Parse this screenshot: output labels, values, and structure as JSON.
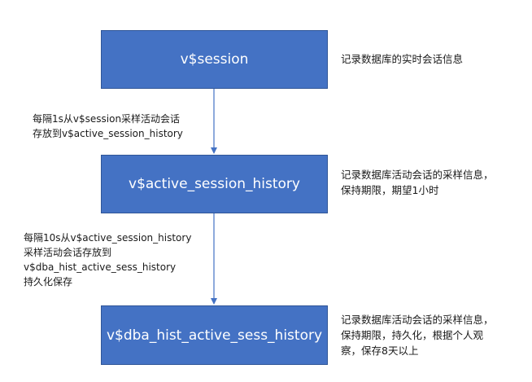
{
  "nodes": [
    {
      "label": "v$session",
      "note": "记录数据库的实时会话信息"
    },
    {
      "label": "v$active_session_history",
      "note_lines": [
        "记录数据库活动会话的采样信息，",
        "保持期限，期望1小时"
      ]
    },
    {
      "label": "v$dba_hist_active_sess_history",
      "note_lines": [
        "记录数据库活动会话的采样信息，",
        "保持期限，持久化，根据个人观",
        "察，保存8天以上"
      ]
    }
  ],
  "edges": [
    {
      "lines": [
        "每隔1s从v$session采样活动会话",
        "存放到v$active_session_history"
      ]
    },
    {
      "lines": [
        "每隔10s从v$active_session_history",
        "采样活动会话存放到",
        "v$dba_hist_active_sess_history",
        "持久化保存"
      ]
    }
  ],
  "colors": {
    "box_fill": "#4472c4",
    "box_border": "#2f5597",
    "arrow": "#4472c4"
  }
}
